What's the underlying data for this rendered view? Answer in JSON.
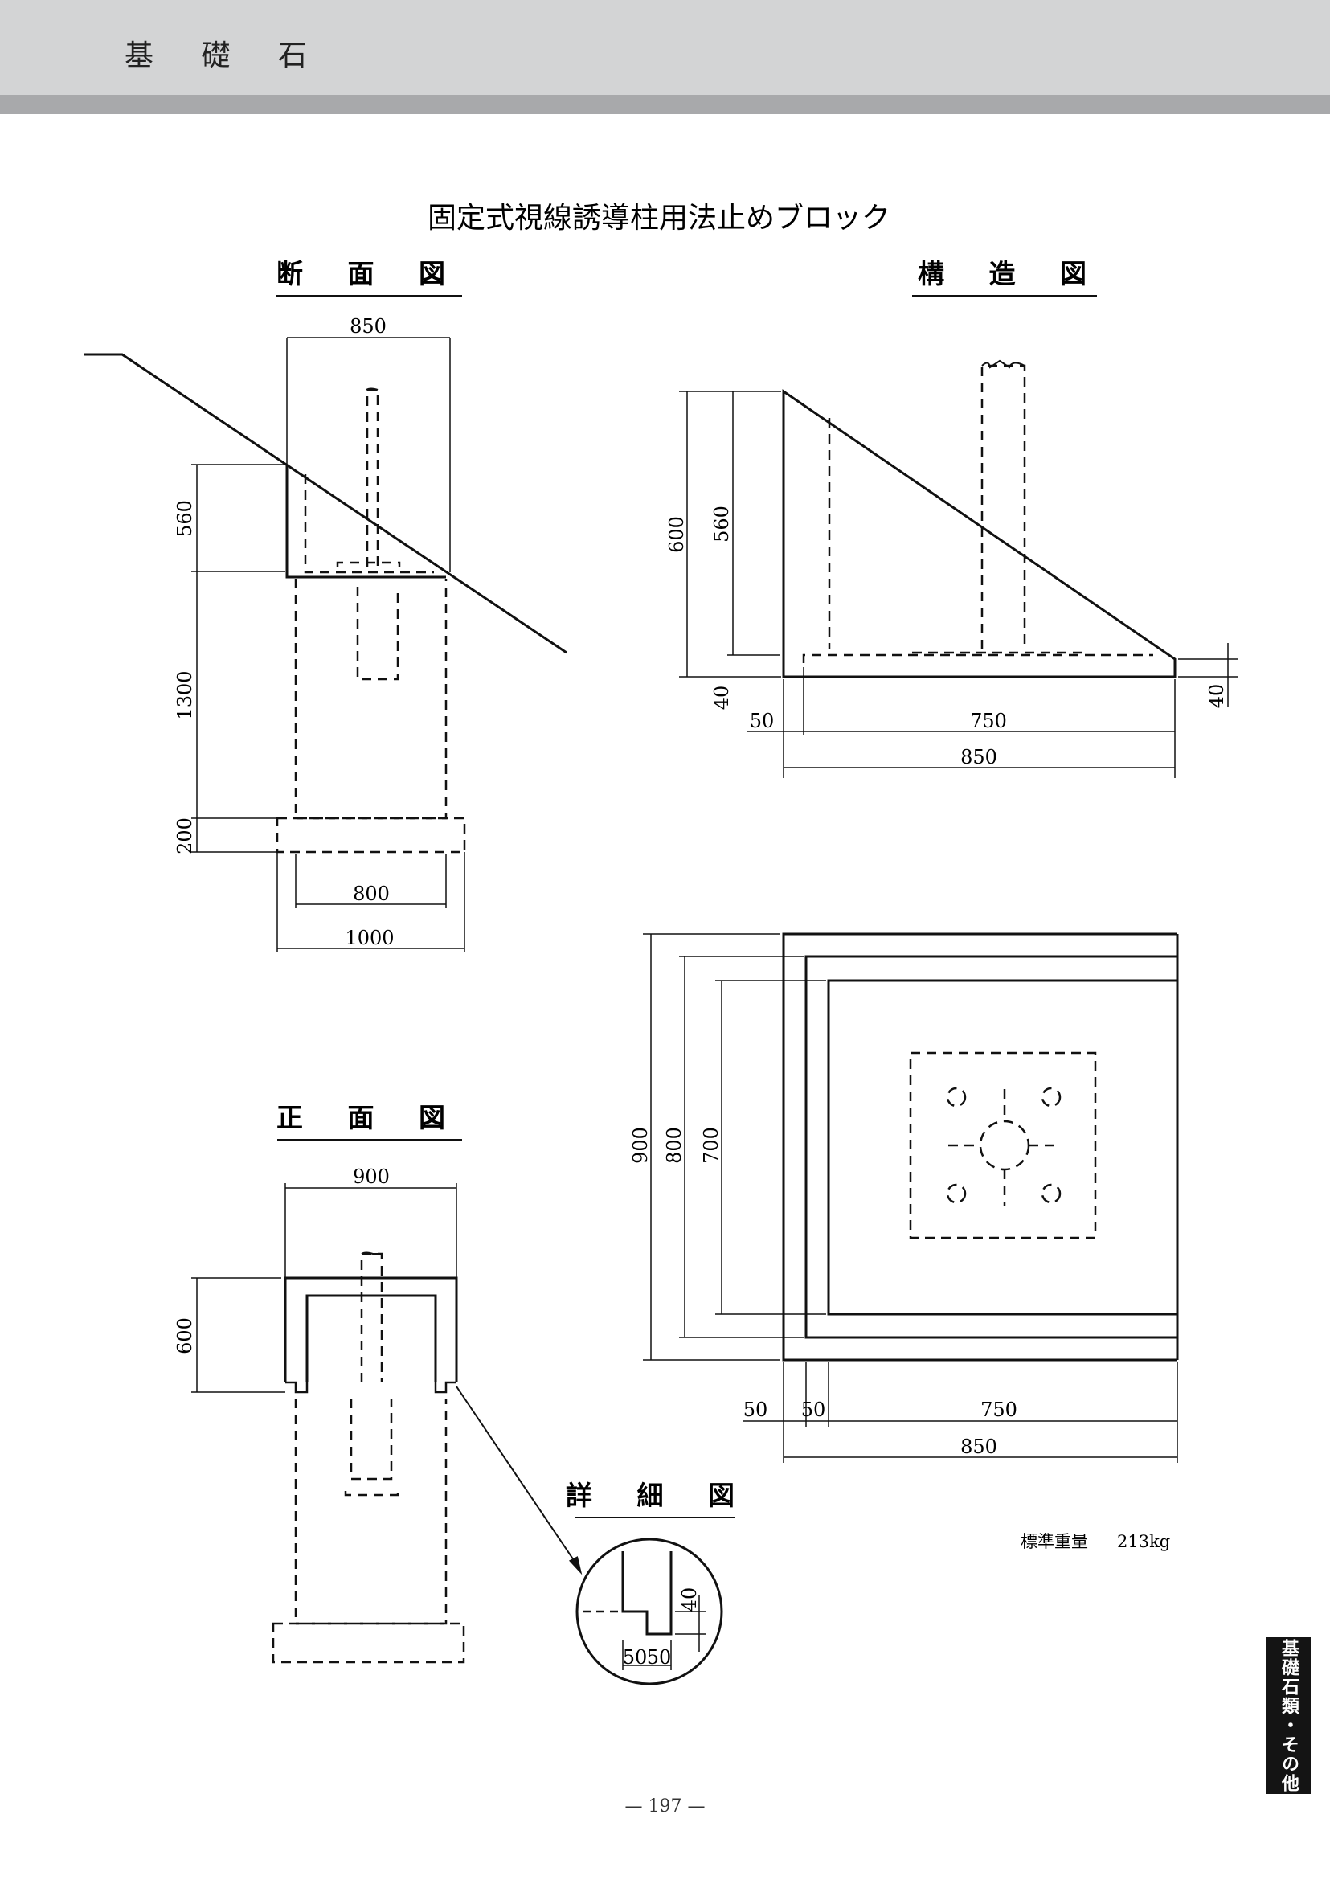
{
  "header": {
    "category": "基 礎 石"
  },
  "title": "固定式視線誘導柱用法止めブロック",
  "sections": {
    "section_view": "断 面 図",
    "structure_view": "構 造 図",
    "front_view": "正 面 図",
    "detail_view": "詳 細 図"
  },
  "section_dims": {
    "top_width": "850",
    "upper_height": "560",
    "middle_height": "1300",
    "base_height": "200",
    "base_inner_width": "800",
    "base_width": "1000"
  },
  "structure_dims": {
    "height_total": "600",
    "height_slope": "560",
    "bottom_left": "40",
    "bottom_right": "40",
    "offset": "50",
    "inner_length": "750",
    "total_length": "850"
  },
  "front_dims": {
    "width": "900",
    "height": "600"
  },
  "plan_dims": {
    "outer": "900",
    "middle": "800",
    "inner": "700",
    "offset_a": "50",
    "offset_b": "50",
    "inner_length": "750",
    "total_length": "850"
  },
  "detail_dims": {
    "depth": "40",
    "width_a": "50",
    "width_b": "50"
  },
  "weight": {
    "label": "標準重量",
    "value": "213kg"
  },
  "side_tab": "基礎石類・その他",
  "page_number": "— 197 —"
}
